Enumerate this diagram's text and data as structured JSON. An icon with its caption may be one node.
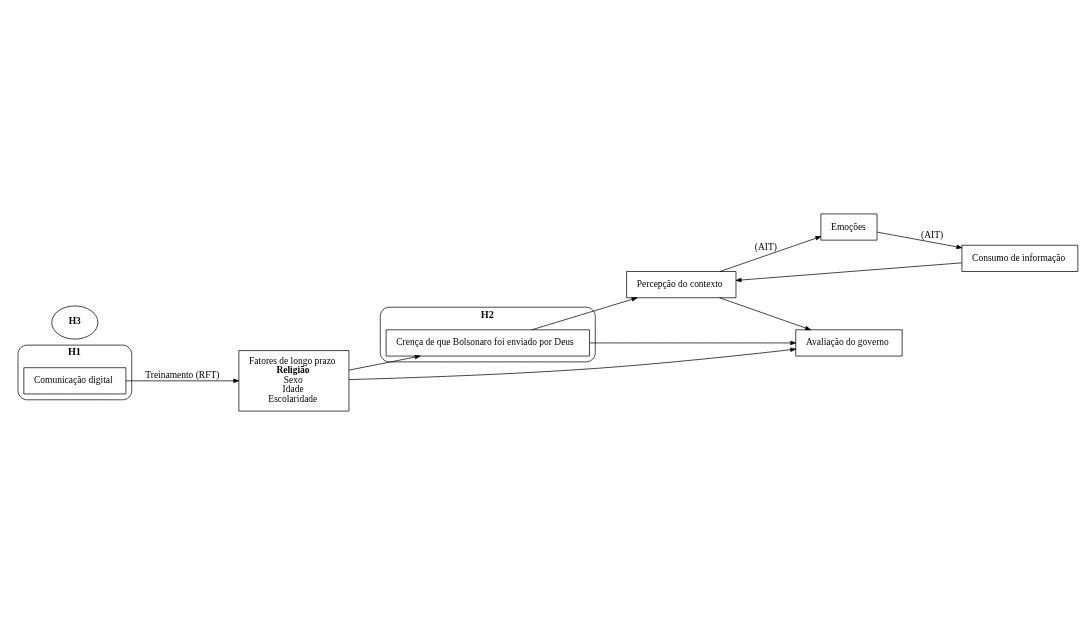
{
  "diagram": {
    "nodes": [
      {
        "text": [
          "H1"
        ]
      },
      {
        "text": [
          "Comunicação digital"
        ],
        "in": 0
      },
      {
        "text": [
          "H2"
        ]
      },
      {
        "text": [
          "Crença de que Bolsonaro foi enviado por Deus"
        ],
        "in": 2
      },
      {
        "text": [
          "Fatores de longo prazo",
          "Religião",
          "Sexo",
          "Idade",
          "Escolaridade"
        ]
      },
      {
        "text": [
          "Avaliação do governo"
        ]
      },
      {
        "text": [
          "H3"
        ]
      },
      {
        "text": [
          "Percepção do contexto"
        ]
      },
      {
        "text": [
          "Emoções"
        ]
      },
      {
        "text": [
          "Consumo de informação"
        ]
      }
    ],
    "edges": [
      {
        "from": 1,
        "to": 4,
        "arrow": "to",
        "label": "Treinamento (RFT)"
      },
      {
        "from": 4,
        "to": 3,
        "arrow": "to"
      },
      {
        "from": 4,
        "to": 5,
        "arrow": "to"
      },
      {
        "from": 3,
        "to": 7,
        "arrow": "to"
      },
      {
        "from": 3,
        "to": 5,
        "arrow": "to"
      },
      {
        "from": 7,
        "to": 5,
        "arrow": "to"
      },
      {
        "from": 9,
        "to": 7,
        "arrow": "to"
      },
      {
        "from": 7,
        "to": 8,
        "arrow": "to",
        "label": "(AIT)"
      },
      {
        "from": 8,
        "to": 9,
        "arrow": "to",
        "label": "(AIT)"
      }
    ]
  }
}
